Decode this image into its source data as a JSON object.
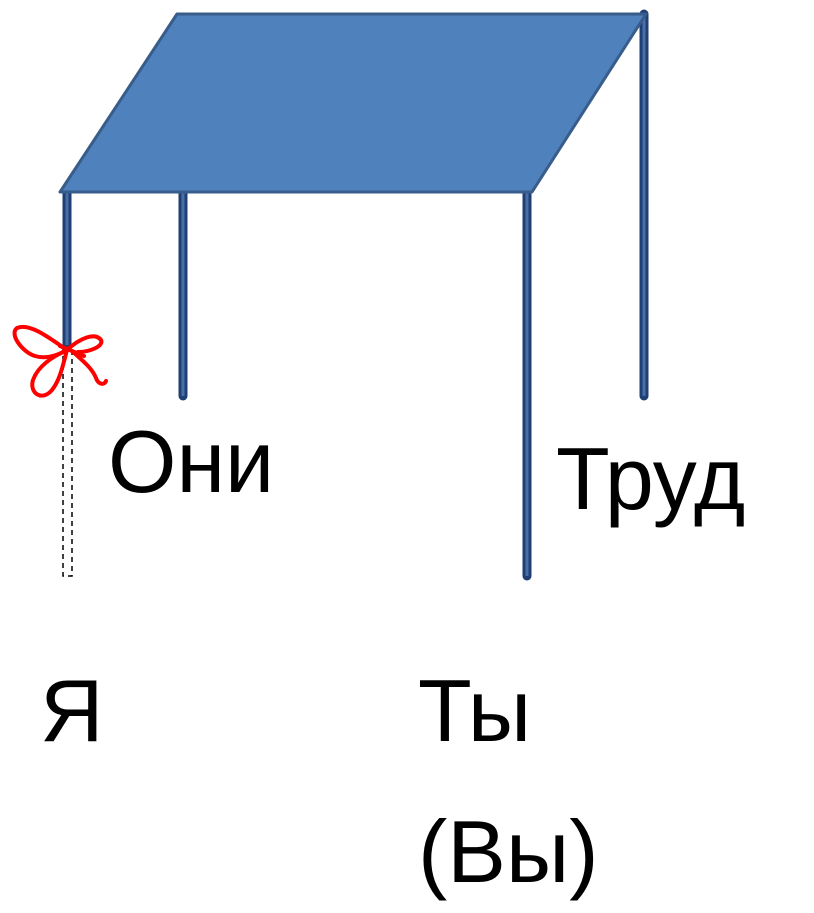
{
  "diagram": {
    "labels": {
      "oni": "Они",
      "trud": "Труд",
      "ya": "Я",
      "ty": "Ты",
      "vy": "(Вы)"
    },
    "colors": {
      "tabletop_fill": "#4F81BD",
      "tabletop_stroke": "#385D8A",
      "leg": "#1F3F75",
      "leg_inner": "#4A6FA5",
      "bow": "#FF0000",
      "text": "#000000"
    }
  }
}
